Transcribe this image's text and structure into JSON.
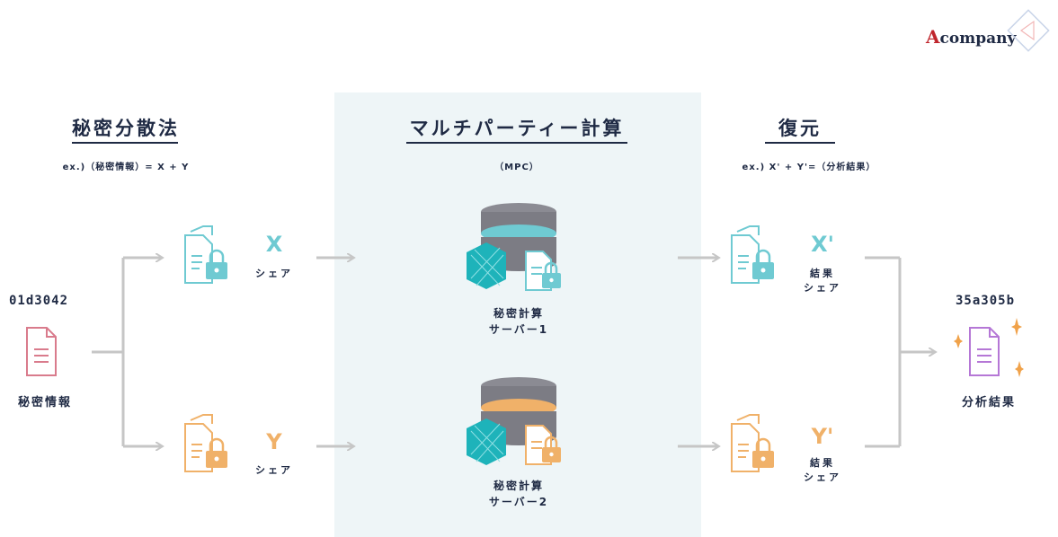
{
  "logo": {
    "a": "A",
    "rest": "company"
  },
  "sections": {
    "secret": {
      "title": "秘密分散法",
      "sub": "ex.)（秘密情報）= X + Y"
    },
    "mpc": {
      "title": "マルチパーティー計算",
      "sub": "（MPC）"
    },
    "restore": {
      "title": "復元",
      "sub": "ex.) X' + Y'=（分析結果）"
    }
  },
  "input": {
    "hash": "01d3042",
    "label": "秘密情報"
  },
  "output": {
    "hash": "35a305b",
    "label": "分析結果"
  },
  "shares": {
    "x": {
      "letter": "X",
      "label": "シェア"
    },
    "y": {
      "letter": "Y",
      "label": "シェア"
    }
  },
  "results": {
    "x": {
      "letter": "X'",
      "line1": "結果",
      "line2": "シェア"
    },
    "y": {
      "letter": "Y'",
      "line1": "結果",
      "line2": "シェア"
    }
  },
  "servers": [
    {
      "line1": "秘密計算",
      "line2": "サーバー1"
    },
    {
      "line1": "秘密計算",
      "line2": "サーバー2"
    }
  ],
  "colors": {
    "teal": "#6fcad2",
    "orange": "#f0b169",
    "pink": "#d97b8c",
    "purple": "#b577d6",
    "arrow": "#c6c6c6",
    "navy": "#1f2a44"
  }
}
